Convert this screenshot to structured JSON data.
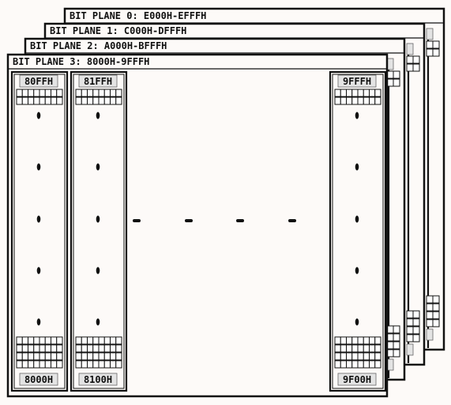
{
  "planes": [
    {
      "title": "BIT PLANE 0: E000H-EFFFH"
    },
    {
      "title": "BIT PLANE 1: C000H-DFFFH"
    },
    {
      "title": "BIT PLANE 2: A000H-BFFFH"
    },
    {
      "title": "BIT PLANE 3: 8000H-9FFFH"
    }
  ],
  "columns": [
    {
      "top_label": "80FFH",
      "bottom_label": "8000H"
    },
    {
      "top_label": "81FFH",
      "bottom_label": "8100H"
    },
    {
      "top_label": "9FFFH",
      "bottom_label": "9F00H"
    }
  ]
}
